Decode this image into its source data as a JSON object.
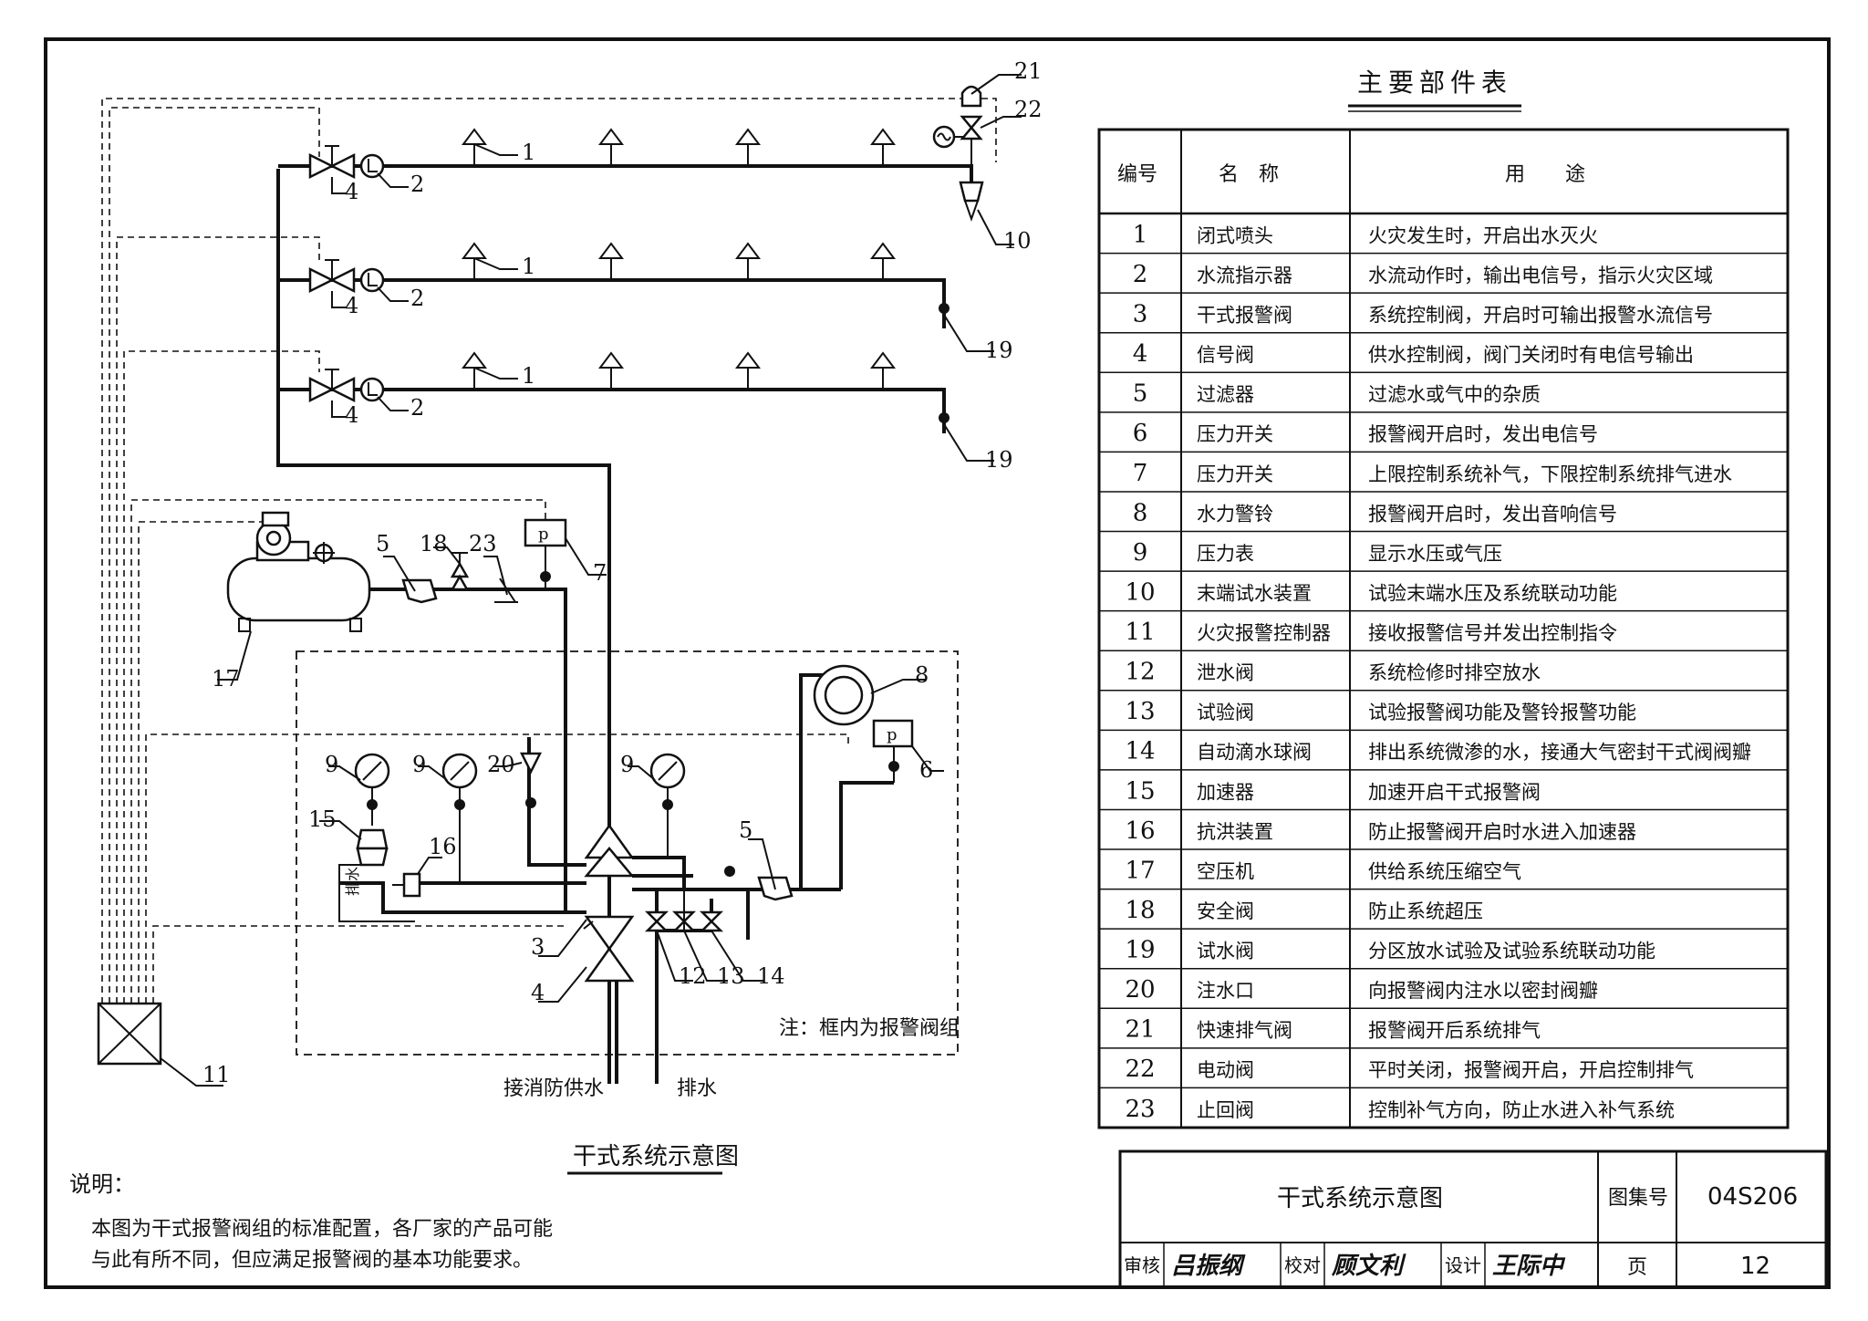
{
  "diagram": {
    "callouts": [
      "1",
      "2",
      "4",
      "21",
      "22",
      "10",
      "19",
      "17",
      "5",
      "18",
      "23",
      "7",
      "8",
      "6",
      "9",
      "20",
      "15",
      "16",
      "3",
      "4",
      "12",
      "13",
      "14",
      "11"
    ],
    "box_note": "注：框内为报警阀组",
    "supply_label": "接消防供水",
    "drain_label": "排水",
    "drain_side_label": "排水",
    "caption": "干式系统示意图"
  },
  "notes": {
    "heading": "说明：",
    "line1": "本图为干式报警阀组的标准配置，各厂家的产品可能",
    "line2": "与此有所不同，但应满足报警阀的基本功能要求。"
  },
  "parts_table": {
    "title": "主要部件表",
    "headers": [
      "编号",
      "名　称",
      "用　　途"
    ],
    "rows": [
      [
        "1",
        "闭式喷头",
        "火灾发生时，开启出水灭火"
      ],
      [
        "2",
        "水流指示器",
        "水流动作时，输出电信号，指示火灾区域"
      ],
      [
        "3",
        "干式报警阀",
        "系统控制阀，开启时可输出报警水流信号"
      ],
      [
        "4",
        "信号阀",
        "供水控制阀，阀门关闭时有电信号输出"
      ],
      [
        "5",
        "过滤器",
        "过滤水或气中的杂质"
      ],
      [
        "6",
        "压力开关",
        "报警阀开启时，发出电信号"
      ],
      [
        "7",
        "压力开关",
        "上限控制系统补气，下限控制系统排气进水"
      ],
      [
        "8",
        "水力警铃",
        "报警阀开启时，发出音响信号"
      ],
      [
        "9",
        "压力表",
        "显示水压或气压"
      ],
      [
        "10",
        "末端试水装置",
        "试验末端水压及系统联动功能"
      ],
      [
        "11",
        "火灾报警控制器",
        "接收报警信号并发出控制指令"
      ],
      [
        "12",
        "泄水阀",
        "系统检修时排空放水"
      ],
      [
        "13",
        "试验阀",
        "试验报警阀功能及警铃报警功能"
      ],
      [
        "14",
        "自动滴水球阀",
        "排出系统微渗的水，接通大气密封干式阀阀瓣"
      ],
      [
        "15",
        "加速器",
        "加速开启干式报警阀"
      ],
      [
        "16",
        "抗洪装置",
        "防止报警阀开启时水进入加速器"
      ],
      [
        "17",
        "空压机",
        "供给系统压缩空气"
      ],
      [
        "18",
        "安全阀",
        "防止系统超压"
      ],
      [
        "19",
        "试水阀",
        "分区放水试验及试验系统联动功能"
      ],
      [
        "20",
        "注水口",
        "向报警阀内注水以密封阀瓣"
      ],
      [
        "21",
        "快速排气阀",
        "报警阀开后系统排气"
      ],
      [
        "22",
        "电动阀",
        "平时关闭，报警阀开启，开启控制排气"
      ],
      [
        "23",
        "止回阀",
        "控制补气方向，防止水进入补气系统"
      ]
    ]
  },
  "title_block": {
    "drawing_title": "干式系统示意图",
    "atlas_label": "图集号",
    "atlas_no": "04S206",
    "review_label": "审核",
    "review_sign": "吕振纲",
    "check_label": "校对",
    "check_sign": "顾文利",
    "design_label": "设计",
    "design_sign": "王际中",
    "page_label": "页",
    "page_no": "12"
  }
}
